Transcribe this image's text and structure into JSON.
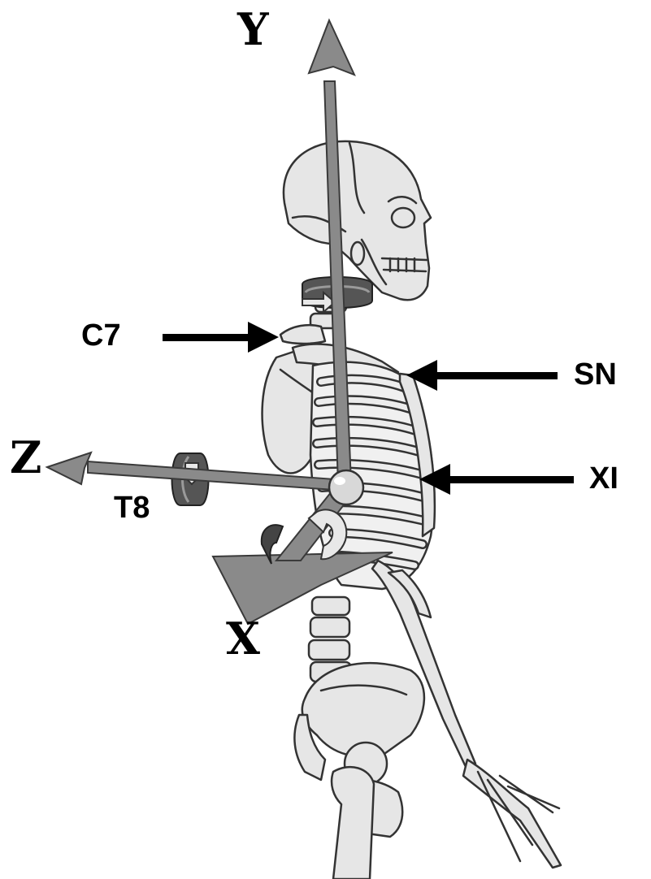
{
  "axes": {
    "y_label": "Y",
    "z_label": "Z",
    "x_label": "X"
  },
  "landmarks": {
    "c7": "C7",
    "sn": "SN",
    "xi": "XI",
    "t8": "T8"
  },
  "colors": {
    "axis_fill": "#8a8a8a",
    "axis_stroke": "#3a3a3a",
    "rotation_dark": "#444444",
    "rotation_light": "#e8e8e8",
    "bone_fill": "#e6e6e6",
    "bone_outline": "#333333",
    "label_arrow": "#000000"
  }
}
